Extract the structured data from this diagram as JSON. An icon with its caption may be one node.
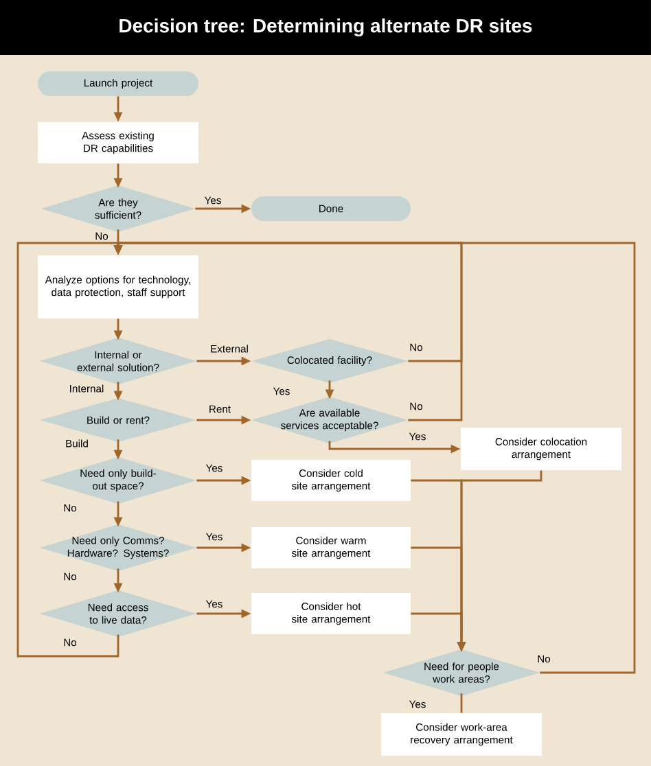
{
  "diagram": {
    "title": "Decision tree: Determining alternate DR sites",
    "nodes": [
      {
        "text": [
          "Launch project"
        ]
      },
      {
        "text": [
          "Assess existing DR capabilities"
        ]
      },
      {
        "text": [
          "Are they sufficient?"
        ]
      },
      {
        "text": [
          "Done"
        ]
      },
      {
        "text": [
          "Analyze options for technology, data protection, staff support"
        ]
      },
      {
        "text": [
          "Internal or external solution?"
        ]
      },
      {
        "text": [
          "Colocated facility?"
        ]
      },
      {
        "text": [
          "Build or rent?"
        ]
      },
      {
        "text": [
          "Are available services acceptable?"
        ]
      },
      {
        "text": [
          "Consider colocation arrangement"
        ]
      },
      {
        "text": [
          "Need only build-out space?"
        ]
      },
      {
        "text": [
          "Consider cold site arrangement"
        ]
      },
      {
        "text": [
          "Need only Comms? Hardware? Systems?"
        ]
      },
      {
        "text": [
          "Consider warm site arrangement"
        ]
      },
      {
        "text": [
          "Need access to live data?"
        ]
      },
      {
        "text": [
          "Consider hot site arrangement"
        ]
      },
      {
        "text": [
          "Need for people work areas?"
        ]
      },
      {
        "text": [
          "Consider work-area recovery arrangement"
        ]
      }
    ],
    "edges": [
      {
        "from": 0,
        "to": 1,
        "arrow": "to"
      },
      {
        "from": 1,
        "to": 2,
        "arrow": "to"
      },
      {
        "from": 2,
        "to": 3,
        "arrow": "to",
        "label": "Yes"
      },
      {
        "from": 2,
        "to": 4,
        "arrow": "to",
        "label": "No"
      },
      {
        "from": 4,
        "to": 5,
        "arrow": "to"
      },
      {
        "from": 5,
        "to": 6,
        "arrow": "to",
        "label": "External"
      },
      {
        "from": 5,
        "to": 7,
        "arrow": "to",
        "label": "Internal"
      },
      {
        "from": 6,
        "to": 4,
        "arrow": "to",
        "label": "No"
      },
      {
        "from": 6,
        "to": 8,
        "arrow": "to",
        "label": "Yes"
      },
      {
        "from": 7,
        "to": 8,
        "arrow": "to",
        "label": "Rent"
      },
      {
        "from": 7,
        "to": 10,
        "arrow": "to",
        "label": "Build"
      },
      {
        "from": 8,
        "to": 4,
        "arrow": "to",
        "label": "No"
      },
      {
        "from": 8,
        "to": 9,
        "arrow": "to",
        "label": "Yes"
      },
      {
        "from": 10,
        "to": 11,
        "arrow": "to",
        "label": "Yes"
      },
      {
        "from": 10,
        "to": 12,
        "arrow": "to",
        "label": "No"
      },
      {
        "from": 12,
        "to": 13,
        "arrow": "to",
        "label": "Yes"
      },
      {
        "from": 12,
        "to": 14,
        "arrow": "to",
        "label": "No"
      },
      {
        "from": 14,
        "to": 15,
        "arrow": "to",
        "label": "Yes"
      },
      {
        "from": 14,
        "to": 4,
        "arrow": "to",
        "label": "No"
      },
      {
        "from": 9,
        "to": 16,
        "arrow": "to"
      },
      {
        "from": 11,
        "to": 16,
        "arrow": "to"
      },
      {
        "from": 13,
        "to": 16,
        "arrow": "to"
      },
      {
        "from": 15,
        "to": 16,
        "arrow": "to"
      },
      {
        "from": 16,
        "to": 4,
        "arrow": "to",
        "label": "No"
      },
      {
        "from": 16,
        "to": 17,
        "arrow": "none",
        "label": "Yes"
      }
    ]
  }
}
